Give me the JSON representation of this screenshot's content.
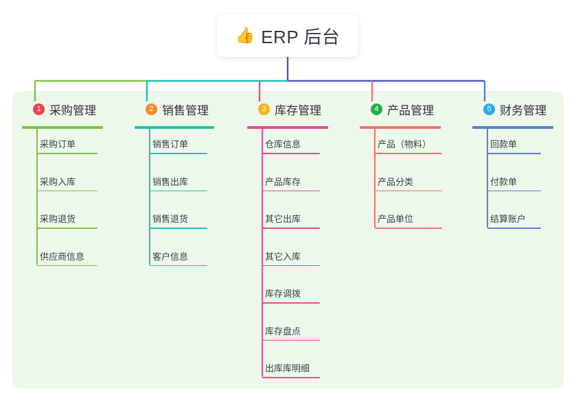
{
  "root": {
    "icon": "thumbs-up-icon",
    "emoji": "👍",
    "title": "ERP 后台"
  },
  "colors": {
    "panel_bg": "#edf7ea",
    "page_bg": "#ffffff",
    "root_trunk": "#4b58c4",
    "text": "#2f3337"
  },
  "branches": [
    {
      "number": "1",
      "title": "采购管理",
      "badge_color": "#ec4352",
      "line_color": "#7dc24e",
      "items": [
        "采购订单",
        "采购入库",
        "采购退货",
        "供应商信息"
      ]
    },
    {
      "number": "2",
      "title": "销售管理",
      "badge_color": "#f08a2e",
      "line_color": "#1cc4b3",
      "items": [
        "销售订单",
        "销售出库",
        "销售退货",
        "客户信息"
      ]
    },
    {
      "number": "3",
      "title": "库存管理",
      "badge_color": "#f3b319",
      "line_color": "#ec4b96",
      "items": [
        "仓库信息",
        "产品库存",
        "其它出库",
        "其它入库",
        "库存调拨",
        "库存盘点",
        "出库库明细"
      ]
    },
    {
      "number": "4",
      "title": "产品管理",
      "badge_color": "#22b14c",
      "line_color": "#f0736e",
      "items": [
        "产品（物料）",
        "产品分类",
        "产品单位"
      ]
    },
    {
      "number": "5",
      "title": "财务管理",
      "badge_color": "#29abe2",
      "line_color": "#5a7fd6",
      "items": [
        "回款单",
        "付款单",
        "结算账户"
      ]
    }
  ]
}
